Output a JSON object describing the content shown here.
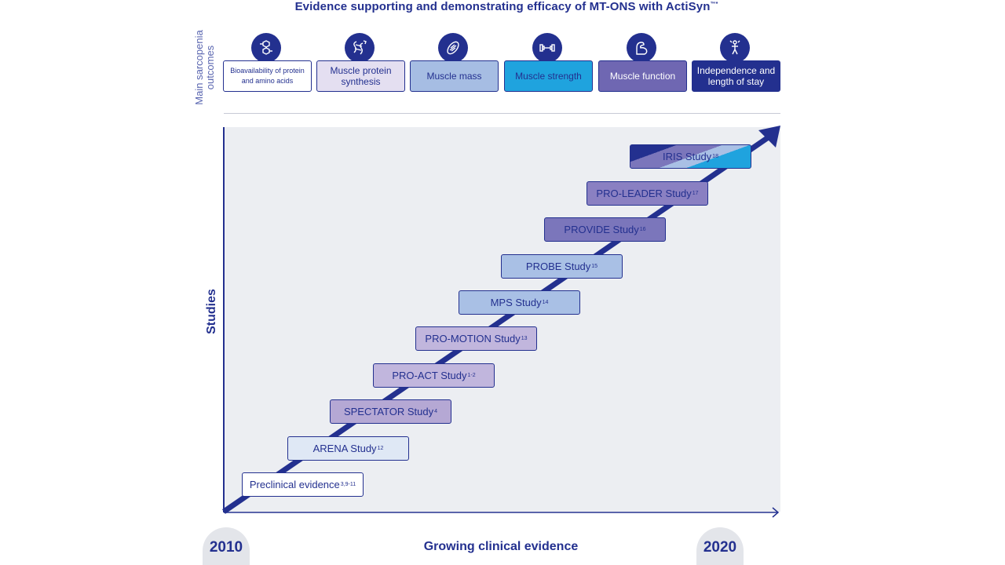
{
  "title": "Evidence supporting and demonstrating efficacy of MT-ONS with ActiSyn",
  "title_mark": "™*",
  "outcomes_label": "Main sarcopenia outcomes",
  "outcomes": [
    {
      "label": "Bioavailability of protein and amino acids",
      "icon": "molecule-icon",
      "fill": "#ffffff",
      "text_color": "#23308f"
    },
    {
      "label": "Muscle protein synthesis",
      "icon": "protein-synthesis-icon",
      "fill": "#e4dff1",
      "text_color": "#23308f"
    },
    {
      "label": "Muscle mass",
      "icon": "muscle-icon",
      "fill": "#a6bde3",
      "text_color": "#23308f"
    },
    {
      "label": "Muscle strength",
      "icon": "dumbbell-icon",
      "fill": "#1fa3de",
      "text_color": "#23308f"
    },
    {
      "label": "Muscle function",
      "icon": "flexed-arm-icon",
      "fill": "#6f67b2",
      "text_color": "#ffffff"
    },
    {
      "label": "Independence and length of stay",
      "icon": "walking-person-icon",
      "fill": "#23308f",
      "text_color": "#ffffff"
    }
  ],
  "y_axis_label": "Studies",
  "x_axis_label": "Growing clinical evidence",
  "year_start": "2010",
  "year_end": "2020",
  "studies": [
    {
      "name": "Preclinical evidence",
      "ref": "3,9-11",
      "fill": "#ffffff"
    },
    {
      "name": "ARENA Study",
      "ref": "12",
      "fill": "#dfe8f5"
    },
    {
      "name": "SPECTATOR Study",
      "ref": "4",
      "fill": "#b5a8d4"
    },
    {
      "name": "PRO-ACT Study",
      "ref": "1-2",
      "fill": "#c1b6dd"
    },
    {
      "name": "PRO-MOTION Study",
      "ref": "13",
      "fill": "#c1b6dd"
    },
    {
      "name": "MPS Study",
      "ref": "14",
      "fill": "#a9c0e5"
    },
    {
      "name": "PROBE Study",
      "ref": "15",
      "fill": "#a9c0e5"
    },
    {
      "name": "PROVIDE Study",
      "ref": "16",
      "fill": "#7b76bb"
    },
    {
      "name": "PRO-LEADER Study",
      "ref": "17",
      "fill": "#8a80c2"
    },
    {
      "name": "IRIS Study",
      "ref": "18",
      "fill": "#1fa3de"
    }
  ],
  "colors": {
    "navy": "#23308f",
    "panel": "#eceef2",
    "arrow": "#23308f"
  }
}
